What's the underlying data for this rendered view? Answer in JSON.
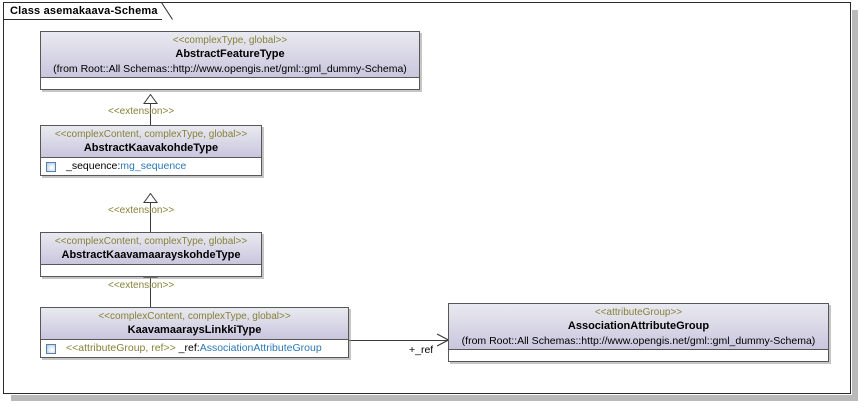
{
  "diagram": {
    "tab_label": "Class asemakaava-Schema",
    "colors": {
      "stereotype": "#86823a",
      "type_link": "#2a78b4",
      "header_gradient_top": "#e9e9f1",
      "header_gradient_bottom": "#c9c6de",
      "border": "#575757",
      "frame_border": "#2b2b2b",
      "shadow": "#b9b9b9"
    }
  },
  "classes": {
    "abstract_feature_type": {
      "stereotype": "<<complexType, global>>",
      "name": "AbstractFeatureType",
      "from": "(from Root::All Schemas::http://www.opengis.net/gml::gml_dummy-Schema)"
    },
    "abstract_kaavakohde_type": {
      "stereotype": "<<complexContent, complexType, global>>",
      "name": "AbstractKaavakohdeType",
      "attribute": {
        "label": "_sequence:",
        "type": "mg_sequence"
      }
    },
    "abstract_kaavamaarayskohde_type": {
      "stereotype": "<<complexContent, complexType, global>>",
      "name": "AbstractKaavamaarayskohdeType"
    },
    "kaavamaarays_linkki_type": {
      "stereotype": "<<complexContent, complexType, global>>",
      "name": "KaavamaaraysLinkkiType",
      "attribute": {
        "stereotype": "<<attributeGroup, ref>>",
        "label": " _ref:",
        "type": "AssociationAttributeGroup"
      }
    },
    "association_attribute_group": {
      "stereotype": "<<attributeGroup>>",
      "name": "AssociationAttributeGroup",
      "from": "(from Root::All Schemas::http://www.opengis.net/gml::gml_dummy-Schema)"
    }
  },
  "connectors": {
    "extension_1": "<<extension>>",
    "extension_2": "<<extension>>",
    "extension_3": "<<extension>>",
    "ref_role": "+_ref"
  }
}
